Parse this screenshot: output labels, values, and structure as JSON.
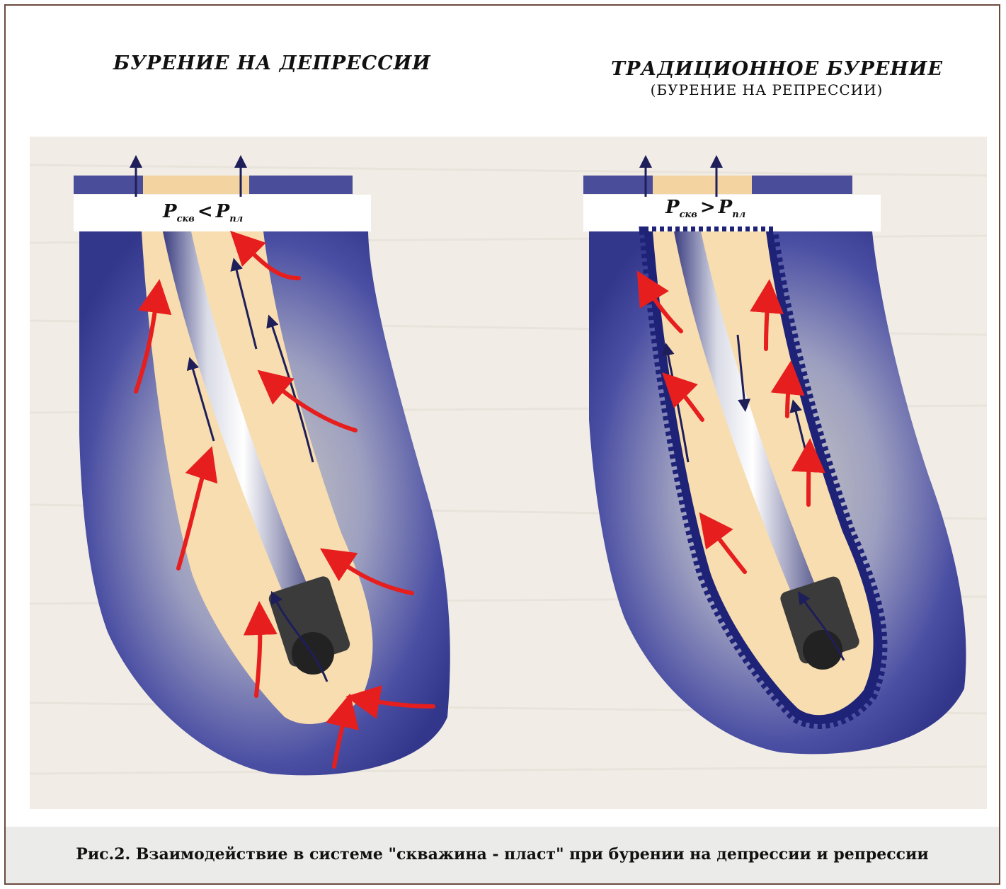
{
  "titles": {
    "left": "БУРЕНИЕ  НА  ДЕПРЕССИИ",
    "right_main": "ТРАДИЦИОННОЕ  БУРЕНИЕ",
    "right_sub": "(БУРЕНИЕ  НА  РЕПРЕССИИ)"
  },
  "formulas": {
    "left": {
      "p": "P",
      "sub1": "скв",
      "op": "<",
      "p2": "P",
      "sub2": "пл"
    },
    "right": {
      "p": "P",
      "sub1": "скв",
      "op": ">",
      "p2": "P",
      "sub2": "пл"
    }
  },
  "caption": "Рис.2. Взаимодействие в системе \"скважина - пласт\" при бурении на депрессии и репрессии",
  "colors": {
    "formation": "#3a3c94",
    "annulus": "#f7ddb0",
    "inflow_arrow": "#e61e1e",
    "flow_arrow": "#1e1e5a",
    "caption_bg": "#ebebea",
    "border": "#6b4a3e"
  }
}
